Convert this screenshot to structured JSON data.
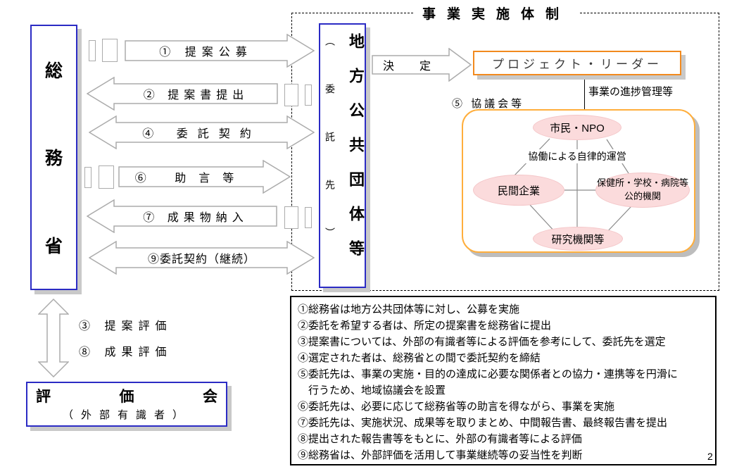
{
  "slide": {
    "title": "事業実施体制",
    "page_number": "2"
  },
  "ministry_box": {
    "label": "総務省",
    "chars": [
      "総",
      "務",
      "省"
    ]
  },
  "flow_arrows": [
    {
      "label": "① 提案公募",
      "direction": "right"
    },
    {
      "label": "② 提案書提出",
      "direction": "left"
    },
    {
      "label": "④ 委託契約",
      "direction": "both"
    },
    {
      "label": "⑥ 助言等",
      "direction": "right"
    },
    {
      "label": "⑦ 成果物納入",
      "direction": "left"
    },
    {
      "label": "⑨委託契約（継続）",
      "direction": "both"
    }
  ],
  "delegate_box": {
    "side_label": "（委託先）",
    "main_label": "地方公共団体等"
  },
  "decision_arrow": {
    "label": "決　定"
  },
  "project_leader_box": {
    "label": "プロジェクト・リーダー"
  },
  "progress_note": "事業の進捗管理等",
  "council_heading": "⑤ 協議会等",
  "council_network": {
    "center_label": "協働による自律的運営",
    "nodes": {
      "top": {
        "label": "市民・NPO"
      },
      "left": {
        "label": "民間企業"
      },
      "right": {
        "label1": "保健所・学校・病院等",
        "label2": "公的機関"
      },
      "bottom": {
        "label": "研究機関等"
      }
    }
  },
  "evaluation": {
    "labels": [
      "③ 提案評価",
      "⑧ 成果評価"
    ],
    "box": {
      "title_chars": [
        "評",
        "価",
        "会"
      ],
      "subtitle": "（外部有識者）"
    }
  },
  "notes": {
    "lines": [
      "①総務省は地方公共団体等に対し、公募を実施",
      "②委託を希望する者は、所定の提案書を総務省に提出",
      "③提案書については、外部の有識者等による評価を参考にして、委託先を選定",
      "④選定された者は、総務省との間で委託契約を締結",
      "⑤委託先は、事業の実施・目的の達成に必要な関係者との協力・連携等を円滑に",
      "　行うため、地域協議会を設置",
      "⑥委託先は、必要に応じて総務省等の助言を得ながら、事業を実施",
      "⑦委託先は、実施状況、成果等を取りまとめ、中間報告書、最終報告書を提出",
      "⑧提出された報告書等をもとに、外部の有識者等による評価",
      "⑨総務省は、外部評価を活用して事業継続等の妥当性を判断"
    ]
  },
  "icons": {
    "document_pair": "paired-rectangles"
  },
  "colors": {
    "box_border_blue": "#2B2BC4",
    "leader_border_orange": "#F28A1E",
    "council_border_orange": "#FFAE3C",
    "node_fill_pink": "#FBDBDC",
    "shadow_gray": "#C9C9C9",
    "arrow_outline_gray": "#ABABAB"
  }
}
